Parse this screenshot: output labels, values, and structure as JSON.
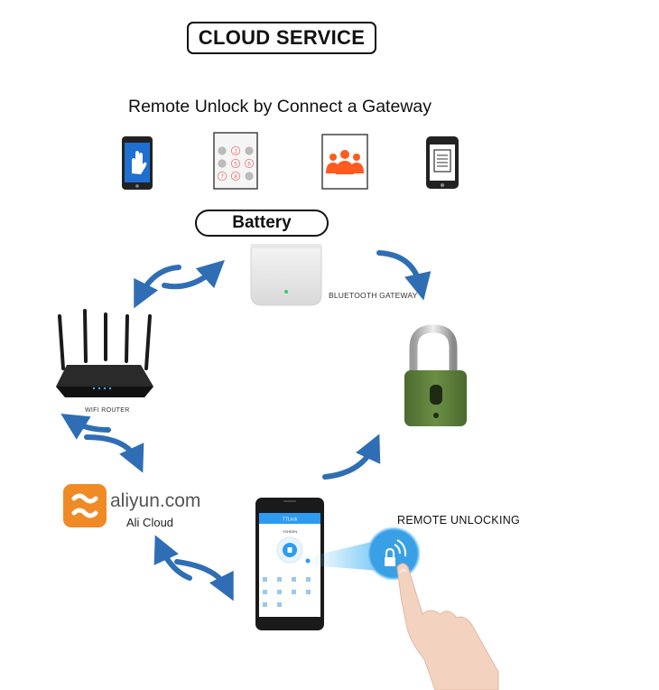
{
  "header": {
    "title": "CLOUD SERVICE",
    "subtitle": "Remote Unlock by Connect a Gateway"
  },
  "method_icons": [
    {
      "icon": "phone-fingerprint-icon"
    },
    {
      "icon": "keypad-icon",
      "keys": [
        "2",
        "5",
        "6",
        "7",
        "8"
      ]
    },
    {
      "icon": "people-group-icon"
    },
    {
      "icon": "phone-document-icon"
    }
  ],
  "battery": {
    "label": "Battery"
  },
  "gateway": {
    "label": "BLUETOOTH GATEWAY"
  },
  "router": {
    "label": "WIFI ROUTER"
  },
  "cloud": {
    "brand": "aliyun.com",
    "name": "Ali Cloud"
  },
  "remote": {
    "label": "REMOTE UNLOCKING"
  },
  "app": {
    "title": "TTLock",
    "lock_name": "YSHEEN"
  },
  "colors": {
    "arrow": "#2f6eb5",
    "aliyun_orange": "#f08a24",
    "padlock_green": "#5a7d3a",
    "people_orange": "#ff5a1f",
    "phone_blue": "#1e6fd0",
    "app_blue": "#2d9cf0"
  }
}
